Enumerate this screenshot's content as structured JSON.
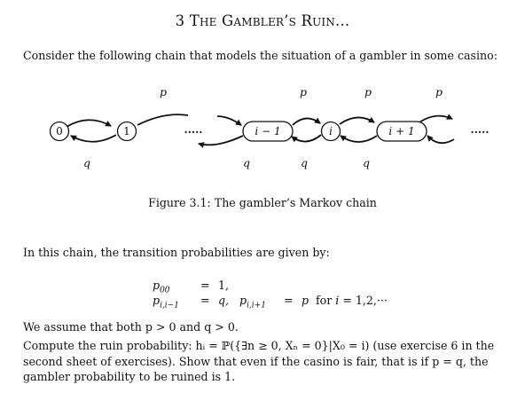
{
  "section": {
    "number": "3",
    "title": "The Gambler’s Ruin..."
  },
  "intro_text": "Consider the following chain that models the situation of a gambler in some casino:",
  "figure": {
    "caption": "Figure 3.1: The gambler’s Markov chain",
    "states": [
      "0",
      "1",
      "i − 1",
      "i",
      "i + 1"
    ],
    "forward_label": "p",
    "backward_label": "q",
    "ellipsis": "·····"
  },
  "transition_intro": "In this chain, the transition probabilities are given by:",
  "equations": {
    "row1": {
      "lhs_base": "p",
      "lhs_sub": "00",
      "eq": "=",
      "rhs": "1,"
    },
    "row2": {
      "lhs_base": "p",
      "lhs_sub": "i,i−1",
      "eq": "=",
      "rhs": "q,",
      "lhs2_base": "p",
      "lhs2_sub": "i,i+1",
      "eq2": "=",
      "rhs2": "p",
      "for_text": "for",
      "range_var": "i",
      "range_text": "= 1,2,···"
    }
  },
  "assumption_text": "We assume that both p > 0 and q > 0.",
  "final_text": "Compute the ruin probability: hᵢ = ℙ({∃n ≥ 0, Xₙ = 0}|X₀ = i) (use exercise 6 in the second sheet of exercises). Show that even if the casino is fair, that is if p = q, the gambler probability to be ruined is 1."
}
